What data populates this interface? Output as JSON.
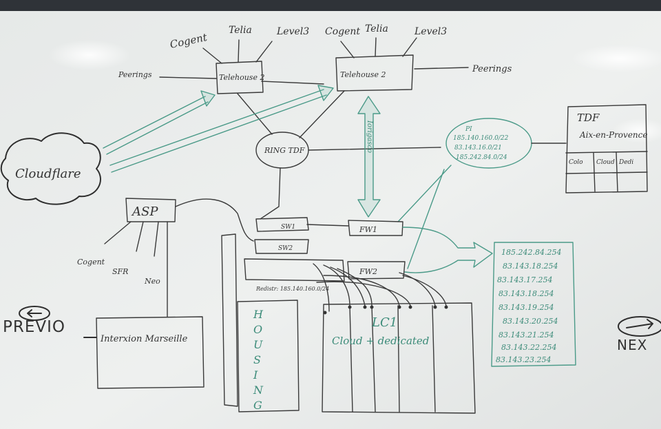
{
  "colors": {
    "board": "#e9ecea",
    "ink": "#3a3a3a",
    "green_marker": "#4a9a88"
  },
  "nodes": {
    "telehouse_left": "Telehouse 2",
    "telehouse_right": "Telehouse 2",
    "ring": "RING TDF",
    "asp": "ASP",
    "sw1": "SW1",
    "sw2": "SW2",
    "fw1": "FW1",
    "fw2": "FW2",
    "cloudflare": "Cloudflare",
    "interxion": "Interxion Marseille",
    "housing": "HOUSING",
    "lc1_title": "LC1",
    "lc1_sub": "Cloud + dedicated",
    "tdf": "TDF",
    "tdf_sub": "Aix-en-Provence"
  },
  "upstreams_left": [
    "Cogent",
    "Telia",
    "Level3"
  ],
  "upstreams_right": [
    "Cogent",
    "Telia",
    "Level3"
  ],
  "peerings_left": "Peerings",
  "peerings_right": "Peerings",
  "asp_links": [
    "Cogent",
    "SFR",
    "Neo"
  ],
  "link_label": "Iorigasco",
  "bgp_label": "Redistr: 185.140.160.0/24",
  "pi": {
    "label": "PI",
    "ranges": [
      "185.140.160.0/22",
      "83.143.16.0/21",
      "185.242.84.0/24"
    ]
  },
  "ip_list": [
    "185.242.84.254",
    "83.143.18.254",
    "83.143.17.254",
    "83.143.18.254",
    "83.143.19.254",
    "83.143.20.254",
    "83.143.21.254",
    "83.143.22.254",
    "83.143.23.254"
  ],
  "tdf_table": [
    "Colo",
    "Cloud",
    "Dedi"
  ],
  "nav": {
    "prev": "PREVIO",
    "next": "NEX"
  }
}
